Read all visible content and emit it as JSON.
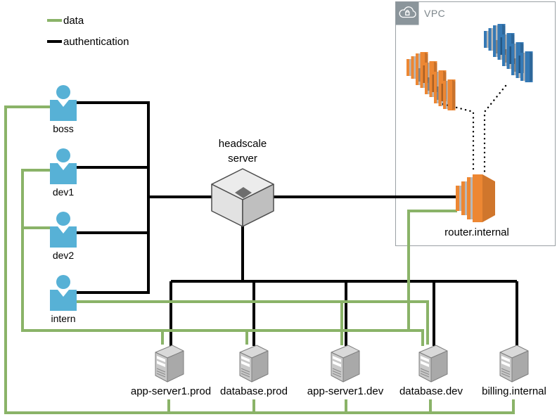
{
  "legend": {
    "items": [
      {
        "label": "data",
        "color": "#8ab368",
        "icon": "line-swatch-green"
      },
      {
        "label": "authentication",
        "color": "#000000",
        "icon": "line-swatch-black"
      }
    ]
  },
  "users": [
    {
      "label": "boss",
      "icon": "user-icon"
    },
    {
      "label": "dev1",
      "icon": "user-icon"
    },
    {
      "label": "dev2",
      "icon": "user-icon"
    },
    {
      "label": "intern",
      "icon": "user-icon"
    }
  ],
  "headscale_server": {
    "label_line1": "headscale",
    "label_line2": "server",
    "icon": "cube-3d-icon"
  },
  "vpc": {
    "title": "VPC",
    "badge_icon": "cloud-lock-icon",
    "nodes": [
      {
        "name": "instance-stack-orange",
        "icon": "aws-instance-stack-icon",
        "color": "#ed8733"
      },
      {
        "name": "instance-stack-blue",
        "icon": "aws-instance-stack-icon",
        "color": "#3579b5"
      }
    ],
    "router": {
      "label": "router.internal",
      "icon": "aws-router-icon",
      "color": "#ed8733"
    }
  },
  "servers": [
    {
      "label": "app-server1.prod",
      "icon": "server-tower-icon"
    },
    {
      "label": "database.prod",
      "icon": "server-tower-icon"
    },
    {
      "label": "app-server1.dev",
      "icon": "server-tower-icon"
    },
    {
      "label": "database.dev",
      "icon": "server-tower-icon"
    },
    {
      "label": "billing.internal",
      "icon": "server-tower-icon"
    }
  ],
  "colors": {
    "data_line": "#8ab368",
    "authentication_line": "#000000",
    "user_blue": "#57b1d6",
    "aws_orange": "#ed8733",
    "aws_blue": "#3579b5",
    "vpc_border": "#9aa0a4",
    "vpc_badge_bg": "#8b959b"
  }
}
